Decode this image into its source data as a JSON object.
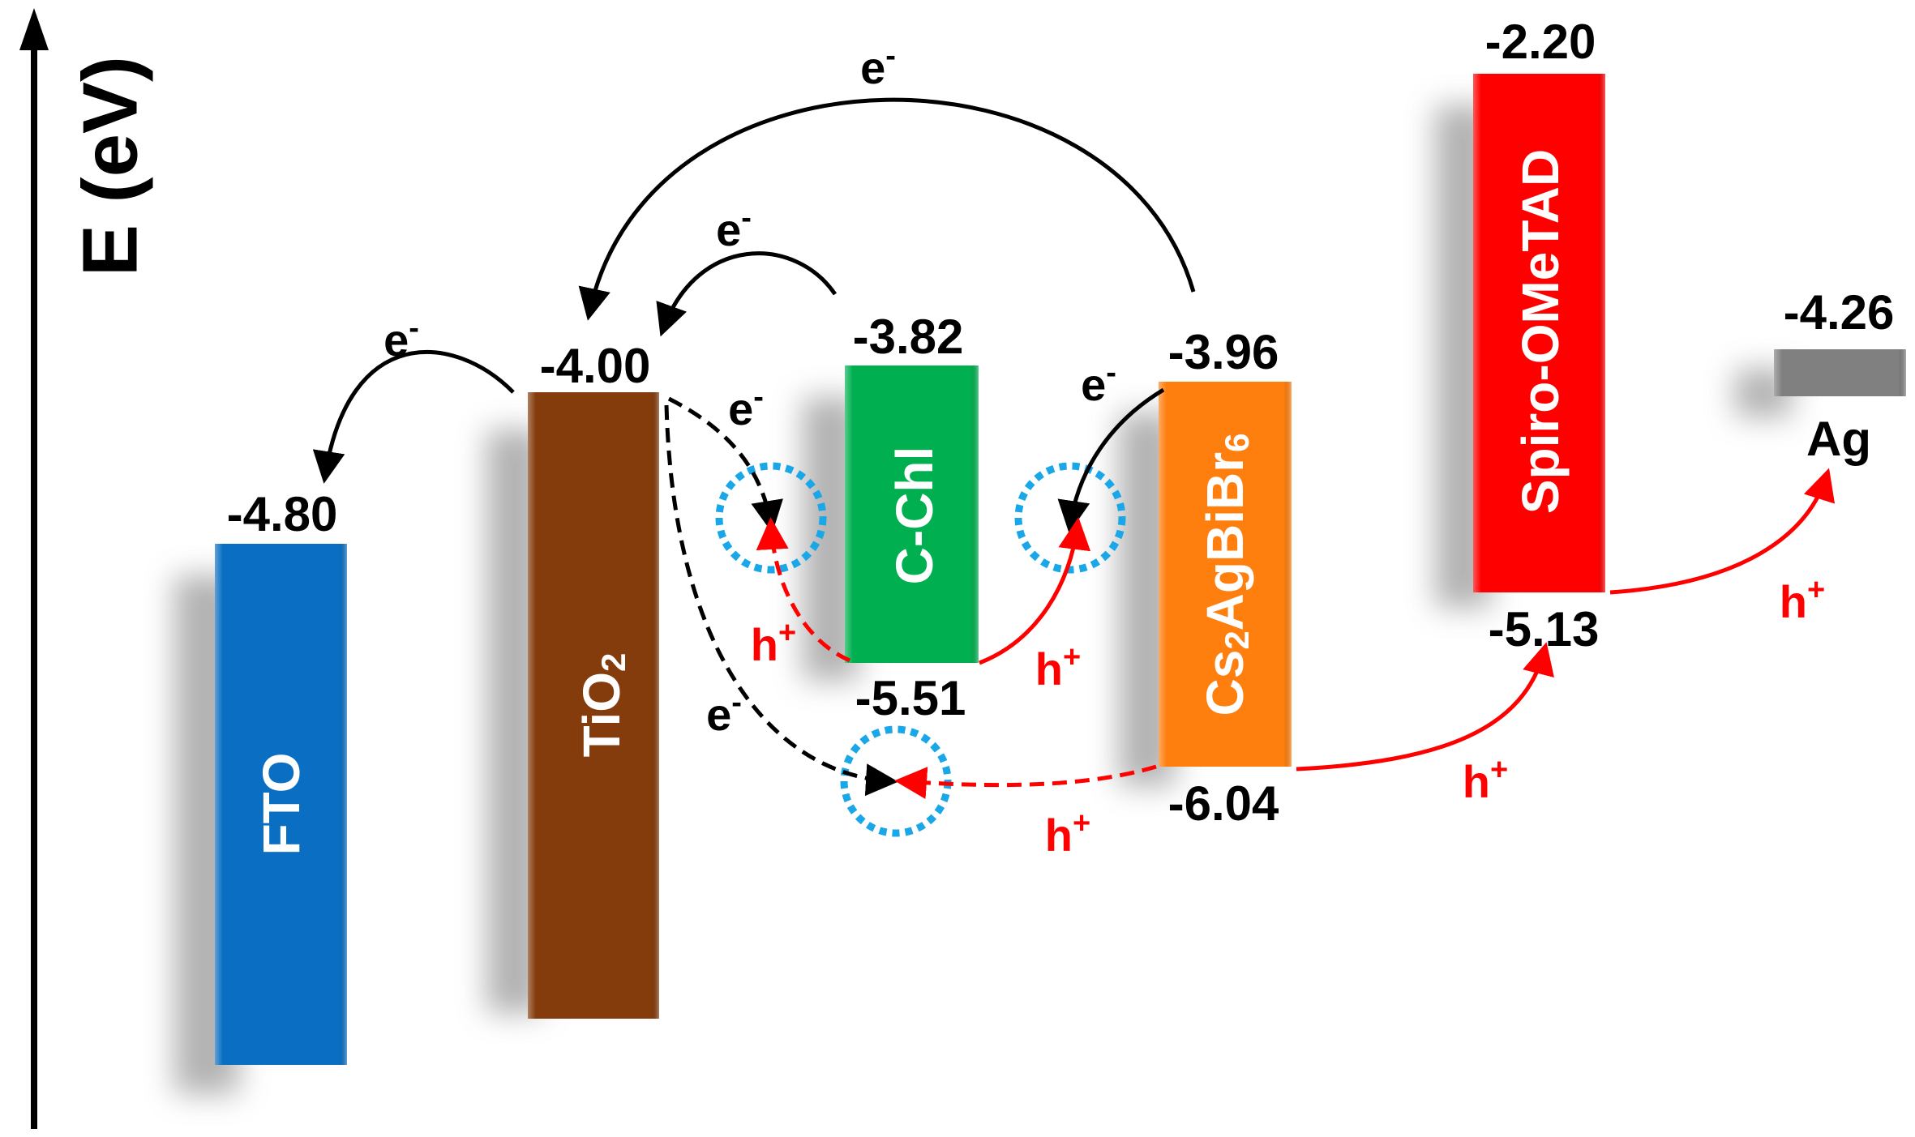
{
  "axis": {
    "label": "E (eV)"
  },
  "layers": [
    {
      "id": "fto",
      "name": "FTO",
      "top": "-4.80",
      "color": "#0A6FC2"
    },
    {
      "id": "tio2",
      "name": "TiO",
      "sub": "2",
      "top": "-4.00",
      "color": "#843C0C"
    },
    {
      "id": "cchl",
      "name": "C-Chl",
      "top": "-3.82",
      "bottom": "-5.51",
      "color": "#00B050"
    },
    {
      "id": "cs",
      "name": "Cs",
      "sub1": "2",
      "mid": "AgBiBr",
      "sub2": "6",
      "top": "-3.96",
      "bottom": "-6.04",
      "color": "#FF7F0E"
    },
    {
      "id": "spiro",
      "name": "Spiro-OMeTAD",
      "top": "-2.20",
      "bottom": "-5.13",
      "color": "#FF0000"
    },
    {
      "id": "ag",
      "name": "Ag",
      "top": "-4.26",
      "color": "#808080"
    }
  ],
  "carriers": {
    "electron": "e",
    "electron_sup": "-",
    "hole": "h",
    "hole_sup": "+"
  },
  "colors": {
    "electron": "#000000",
    "hole": "#FF0000",
    "recombination": "#1AA7E8"
  }
}
